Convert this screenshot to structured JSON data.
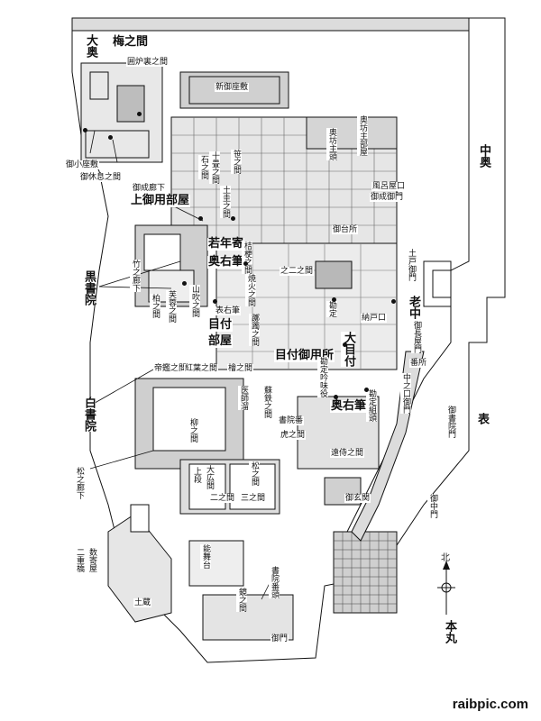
{
  "labels": {
    "ooku": "大奥",
    "ume_no_ma": "梅之間",
    "irori_ura_no_ma": "囲炉裏之間",
    "shin_gozashiki": "新御座敷",
    "oku_bozu_beya": "奥坊主部屋",
    "oku_bozu_gashira": "奥坊主頭",
    "goko_zashiki": "御小座敷",
    "go_kyusoku_no_ma": "御休息之間",
    "onari_roka": "御成廊下",
    "kamigoyo_beya": "上御用部屋",
    "jittouma": "十畳之間",
    "sasa_no_ma": "笹之間",
    "ishi_no_ma": "石之間",
    "dosen": "土圭之間",
    "furoya_guchi": "風呂屋口",
    "onari_gomon": "御成御門",
    "nakaoku": "中奥",
    "wakadoshiyori": "若年寄",
    "oku_yuhitsu": "奥右筆",
    "gozen_sho": "御台所",
    "kikyo_no_ma": "桔梗之間",
    "yakihi_no_ma": "焼火之間",
    "ni_no_ma": "之二之間",
    "dodo_gomon": "土戸御門",
    "kurojoin": "黒書院",
    "sanki_no_ma": "山吹之間",
    "fuyo_no_ma": "芙蓉之間",
    "hakuhi_no_ma": "柏之間",
    "tsuji_no_roka": "竹之廊下",
    "omote_yuhitsu": "表右筆",
    "kanjo": "勘定",
    "nando_guchi": "納戸口",
    "roju": "老中",
    "metsuke_beya": "目付部屋",
    "sakura_no_ma": "躑躅之間",
    "metsuke_goyojo": "目付御用所",
    "ometsuke": "大目付",
    "hatago_yado": "御長屋門",
    "bansho": "番所",
    "teikan_no_ma": "帝鑑之間",
    "koyo_no_ma": "紅葉之間",
    "hinoki_no_ma": "檜之間",
    "kanjo_ginmi": "勘定吟味役",
    "nakanokuchi_gomon": "中之口御門",
    "shiroshoin": "白書院",
    "yanagi_no_ma": "柳之間",
    "ishi_dame": "医師溜",
    "sotetsu_no_ma": "蘇鉄之間",
    "shoin_ban": "書院番",
    "tora_no_ma": "虎之間",
    "endo_no_ma": "遠侍之間",
    "omote": "表",
    "gokenkanmon": "御玄関",
    "matsu_no_roka": "松之廊下",
    "ohiroma": "大広間",
    "jodan": "上段",
    "matsu_no_ma": "松之間",
    "ni_no_ma2": "二之間",
    "san_no_ma": "三之間",
    "kazu_yagura": "数寄屋",
    "nijubashi": "二重橋",
    "nobutai": "能舞台",
    "kagami_no_ma": "鏡之間",
    "shoin_bangashira": "書院番頭",
    "gomon": "御門",
    "dozo": "土蔵",
    "hommaru": "本丸",
    "go_shoin_mon": "御書院門",
    "gonaka_mon": "御中門",
    "kita": "北",
    "kanjo_hyojo": "勘定組頭"
  },
  "watermark": "raibpic.com",
  "colors": {
    "ink": "#111111",
    "fill": "#dcdcdc",
    "dark": "#8a8a8a",
    "bg": "#ffffff"
  }
}
